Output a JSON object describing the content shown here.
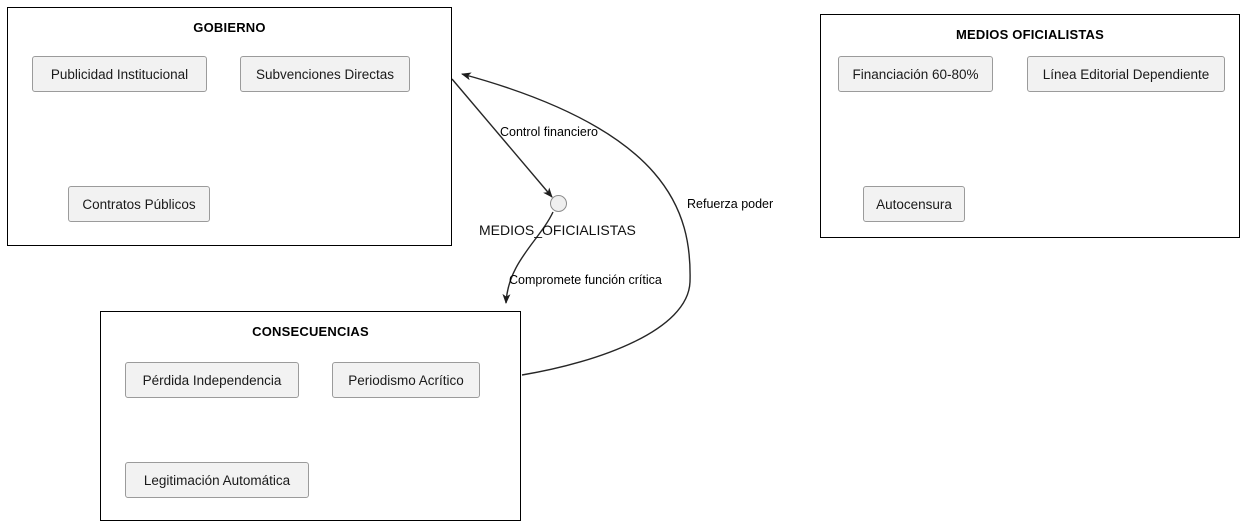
{
  "diagram": {
    "type": "flow-diagram",
    "title": "",
    "background_color": "#ffffff",
    "node_fill_color": "#f2f2f2",
    "node_border_color": "#9b9b9b",
    "group_border_color": "#000000",
    "edge_color": "#2b2b2b",
    "groups": [
      {
        "id": "gobierno",
        "title": "GOBIERNO",
        "nodes": [
          {
            "id": "publicidad-institucional",
            "label": "Publicidad Institucional"
          },
          {
            "id": "subvenciones-directas",
            "label": "Subvenciones Directas"
          },
          {
            "id": "contratos-publicos",
            "label": "Contratos Públicos"
          }
        ]
      },
      {
        "id": "medios-oficialistas",
        "title": "MEDIOS OFICIALISTAS",
        "nodes": [
          {
            "id": "financiacion",
            "label": "Financiación 60-80%"
          },
          {
            "id": "linea-editorial-dependiente",
            "label": "Línea Editorial Dependiente"
          },
          {
            "id": "autocensura",
            "label": "Autocensura"
          }
        ]
      },
      {
        "id": "consecuencias",
        "title": "CONSECUENCIAS",
        "nodes": [
          {
            "id": "perdida-independencia",
            "label": "Pérdida Independencia"
          },
          {
            "id": "periodismo-acritico",
            "label": "Periodismo Acrítico"
          },
          {
            "id": "legitimacion-automatica",
            "label": "Legitimación Automática"
          }
        ]
      }
    ],
    "center_node": {
      "id": "medios-oficialistas-node",
      "label": "MEDIOS_OFICIALISTAS",
      "shape": "circle"
    },
    "edges": [
      {
        "id": "control-financiero",
        "label": "Control financiero",
        "from": "gobierno",
        "to": "medios-oficialistas-node"
      },
      {
        "id": "compromete-funcion-critica",
        "label": "Compromete función crítica",
        "from": "medios-oficialistas-node",
        "to": "consecuencias"
      },
      {
        "id": "refuerza-poder",
        "label": "Refuerza poder",
        "from": "consecuencias",
        "to": "gobierno"
      }
    ]
  }
}
